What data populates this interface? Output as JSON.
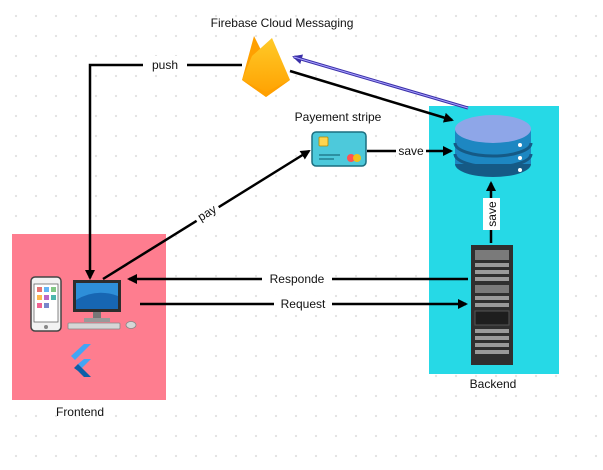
{
  "nodes": {
    "fcm": {
      "label": "Firebase Cloud Messaging",
      "icon": "firebase-flame-icon"
    },
    "stripe": {
      "label": "Payement stripe",
      "icon": "credit-card-icon"
    },
    "frontend": {
      "label": "Frontend",
      "color": "#fe7d8f",
      "icons": [
        "smartphone-icon",
        "desktop-computer-icon",
        "flutter-logo-icon"
      ]
    },
    "backend": {
      "label": "Backend",
      "color": "#26d9e6",
      "icons": [
        "database-icon",
        "server-rack-icon"
      ]
    }
  },
  "edges": {
    "push": "push",
    "pay": "pay",
    "save_stripe": "save",
    "save_server": "save",
    "responde": "Responde",
    "request": "Request"
  },
  "colors": {
    "arrow": "#000000",
    "fcm_link": "#4b3fb8",
    "database": "#1d87c2",
    "database_top": "#8ea6e8"
  }
}
